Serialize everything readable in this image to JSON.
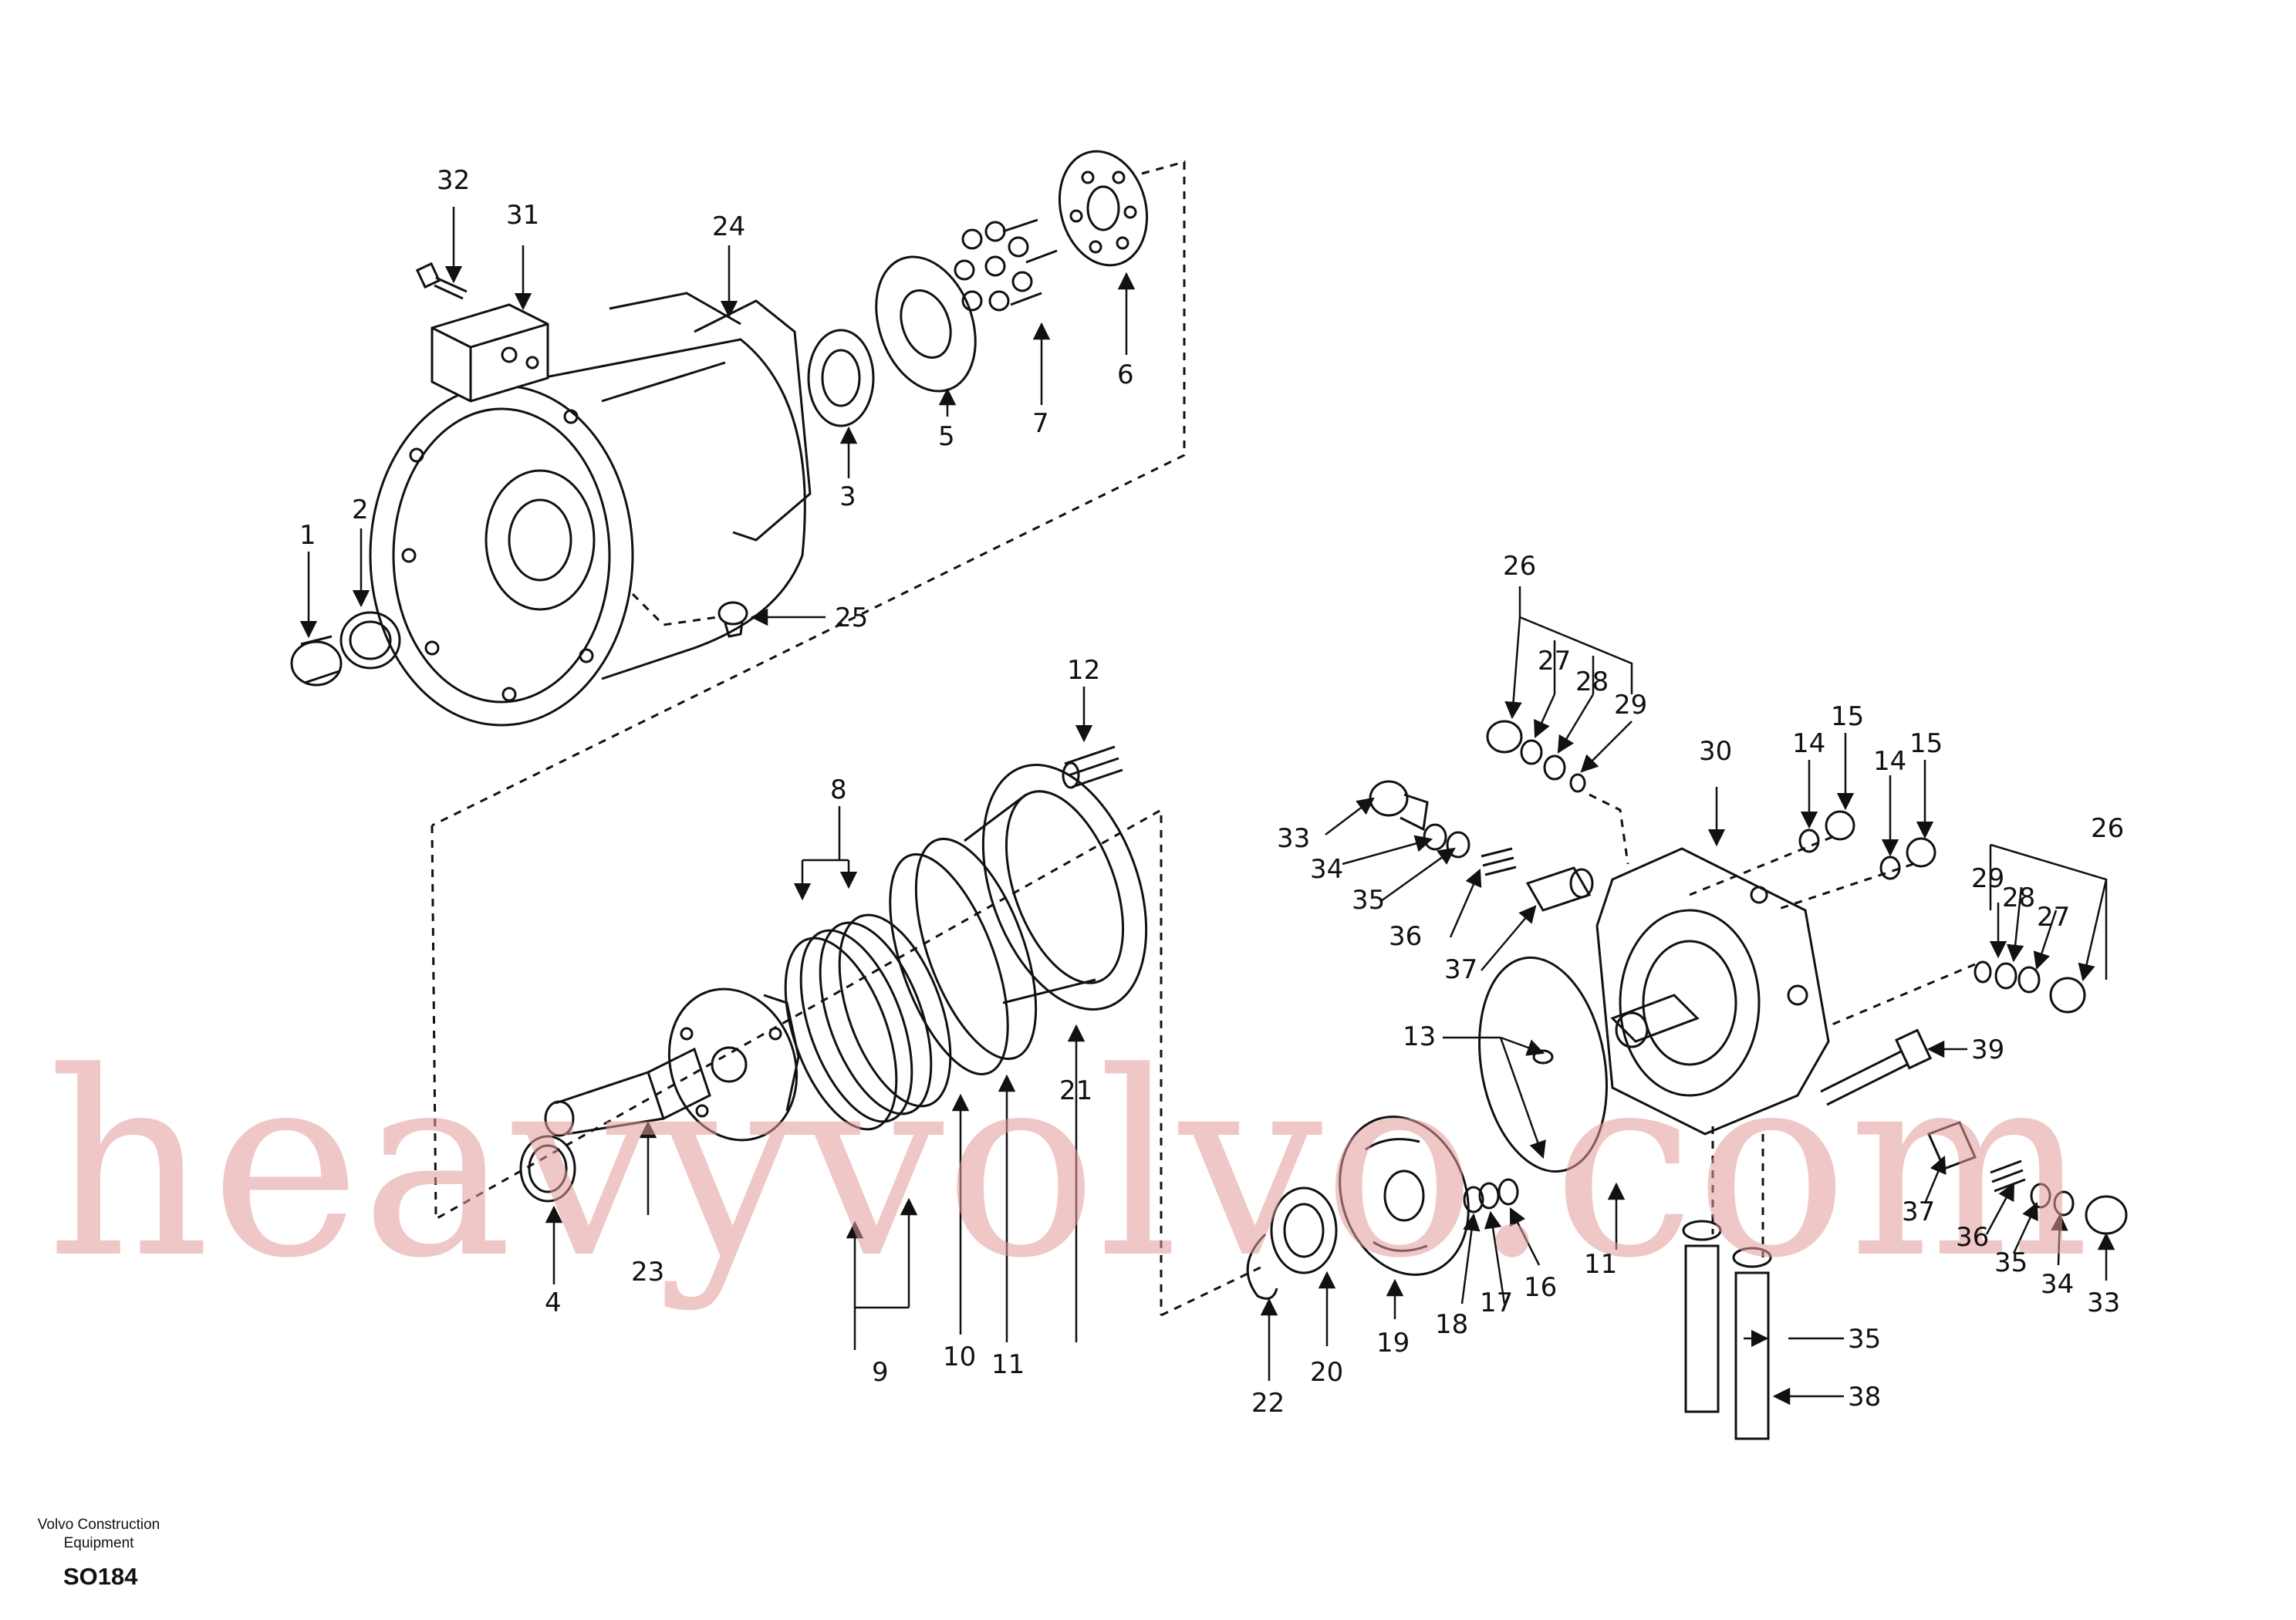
{
  "labels": {
    "l1": "1",
    "l2": "2",
    "l3": "3",
    "l4": "4",
    "l5": "5",
    "l6": "6",
    "l7": "7",
    "l8": "8",
    "l9": "9",
    "l10": "10",
    "l11a": "11",
    "l11b": "11",
    "l12": "12",
    "l13": "13",
    "l14a": "14",
    "l14b": "14",
    "l15a": "15",
    "l15b": "15",
    "l16": "16",
    "l17": "17",
    "l18": "18",
    "l19": "19",
    "l20": "20",
    "l21": "21",
    "l22": "22",
    "l23": "23",
    "l24": "24",
    "l25": "25",
    "l26a": "26",
    "l26b": "26",
    "l27a": "27",
    "l27b": "27",
    "l28a": "28",
    "l28b": "28",
    "l29a": "29",
    "l29b": "29",
    "l30": "30",
    "l31": "31",
    "l32": "32",
    "l33a": "33",
    "l33b": "33",
    "l34a": "34",
    "l34b": "34",
    "l35a": "35",
    "l35b": "35",
    "l35c": "35",
    "l36a": "36",
    "l36b": "36",
    "l37a": "37",
    "l37b": "37",
    "l38": "38",
    "l39": "39"
  },
  "footer": {
    "company_line1": "Volvo Construction",
    "company_line2": "Equipment",
    "code": "SO184"
  },
  "watermark": "heavyvolvo.com",
  "colors": {
    "line": "#111111",
    "watermark": "#e39a9a",
    "background": "#ffffff"
  }
}
